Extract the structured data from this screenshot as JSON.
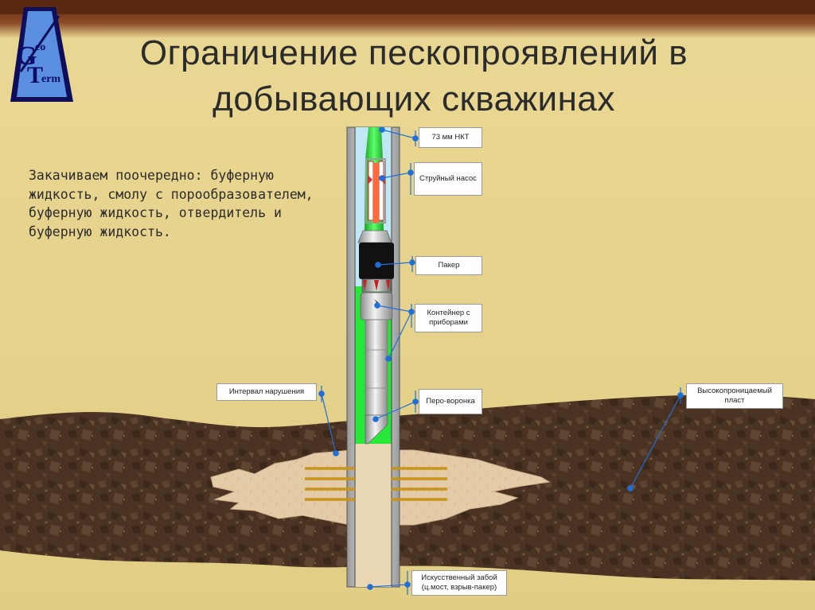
{
  "slide": {
    "title_line1": "Ограничение пескопроявлений в",
    "title_line2": "добывающих скважинах",
    "intro_text": "Закачиваем поочередно: буферную жидкость, смолу с порообразователем, буферную жидкость, отвердитель и буферную жидкость."
  },
  "logo": {
    "g": "G",
    "eo": "eo",
    "t": "T",
    "erm": "erm"
  },
  "labels": {
    "tubing": "73 мм НКТ",
    "jet_pump": "Струйный насос",
    "packer": "Пакер",
    "container": "Контейнер с приборами",
    "funnel": "Перо-воронка",
    "interval": "Интервал нарушения",
    "reservoir": "Высокопроницаемый пласт",
    "bottom_line1": "Искусственный забой",
    "bottom_line2": "(ц.мост, взрыв-пакер)"
  },
  "colors": {
    "background": "#e8d690",
    "top_band": "#7a3a1c",
    "rock": "#4a3322",
    "sand": "#e3c9a6",
    "fluid_green": "#27e838",
    "casing": "#d9d9d9",
    "callout": "#1f6fd6",
    "logo_blue": "#5a8fe0",
    "perforation": "#c8941c"
  }
}
